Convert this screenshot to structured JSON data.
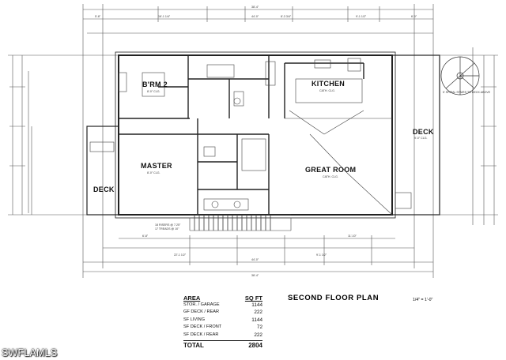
{
  "rooms": {
    "brm2": "B'RM 2",
    "kitchen": "KITCHEN",
    "deck_right": "DECK",
    "master": "MASTER",
    "great_room": "GREAT ROOM",
    "deck_left": "DECK"
  },
  "notes": {
    "brm2_ceiling": "8'-0\" CLG.",
    "master_ceiling": "8'-0\" CLG.",
    "great_room_ceiling": "CATH. CLG.",
    "kitchen_ceiling": "CATH. CLG.",
    "deck_ceiling": "9'-0\" CLG.",
    "spiral_stairs": "5' SPIRAL STAIRS TO DECK ABOVE",
    "stair_risers": "18 RISERS @ 7.25\"",
    "stair_treads": "17 TREADS @ 10\""
  },
  "area_table": {
    "header_area": "AREA",
    "header_sqft": "SQ FT",
    "rows": [
      {
        "label": "STOR. / GARAGE",
        "value": "1144"
      },
      {
        "label": "GF DECK / REAR",
        "value": "222"
      },
      {
        "label": "SF LIVING",
        "value": "1144"
      },
      {
        "label": "SF DECK / FRONT",
        "value": "72"
      },
      {
        "label": "SF DECK / REAR",
        "value": "222"
      }
    ],
    "total_label": "TOTAL",
    "total_value": "2804"
  },
  "title": "SECOND FLOOR PLAN",
  "scale": "1/4\" = 1'-0\"",
  "overall_dims": {
    "top": "38'-4\"",
    "top_row2": "44'-0\"",
    "bottom_row1": "44'-0\"",
    "bottom_row2": "38'-4\""
  },
  "watermark": "SWFLAMLS"
}
